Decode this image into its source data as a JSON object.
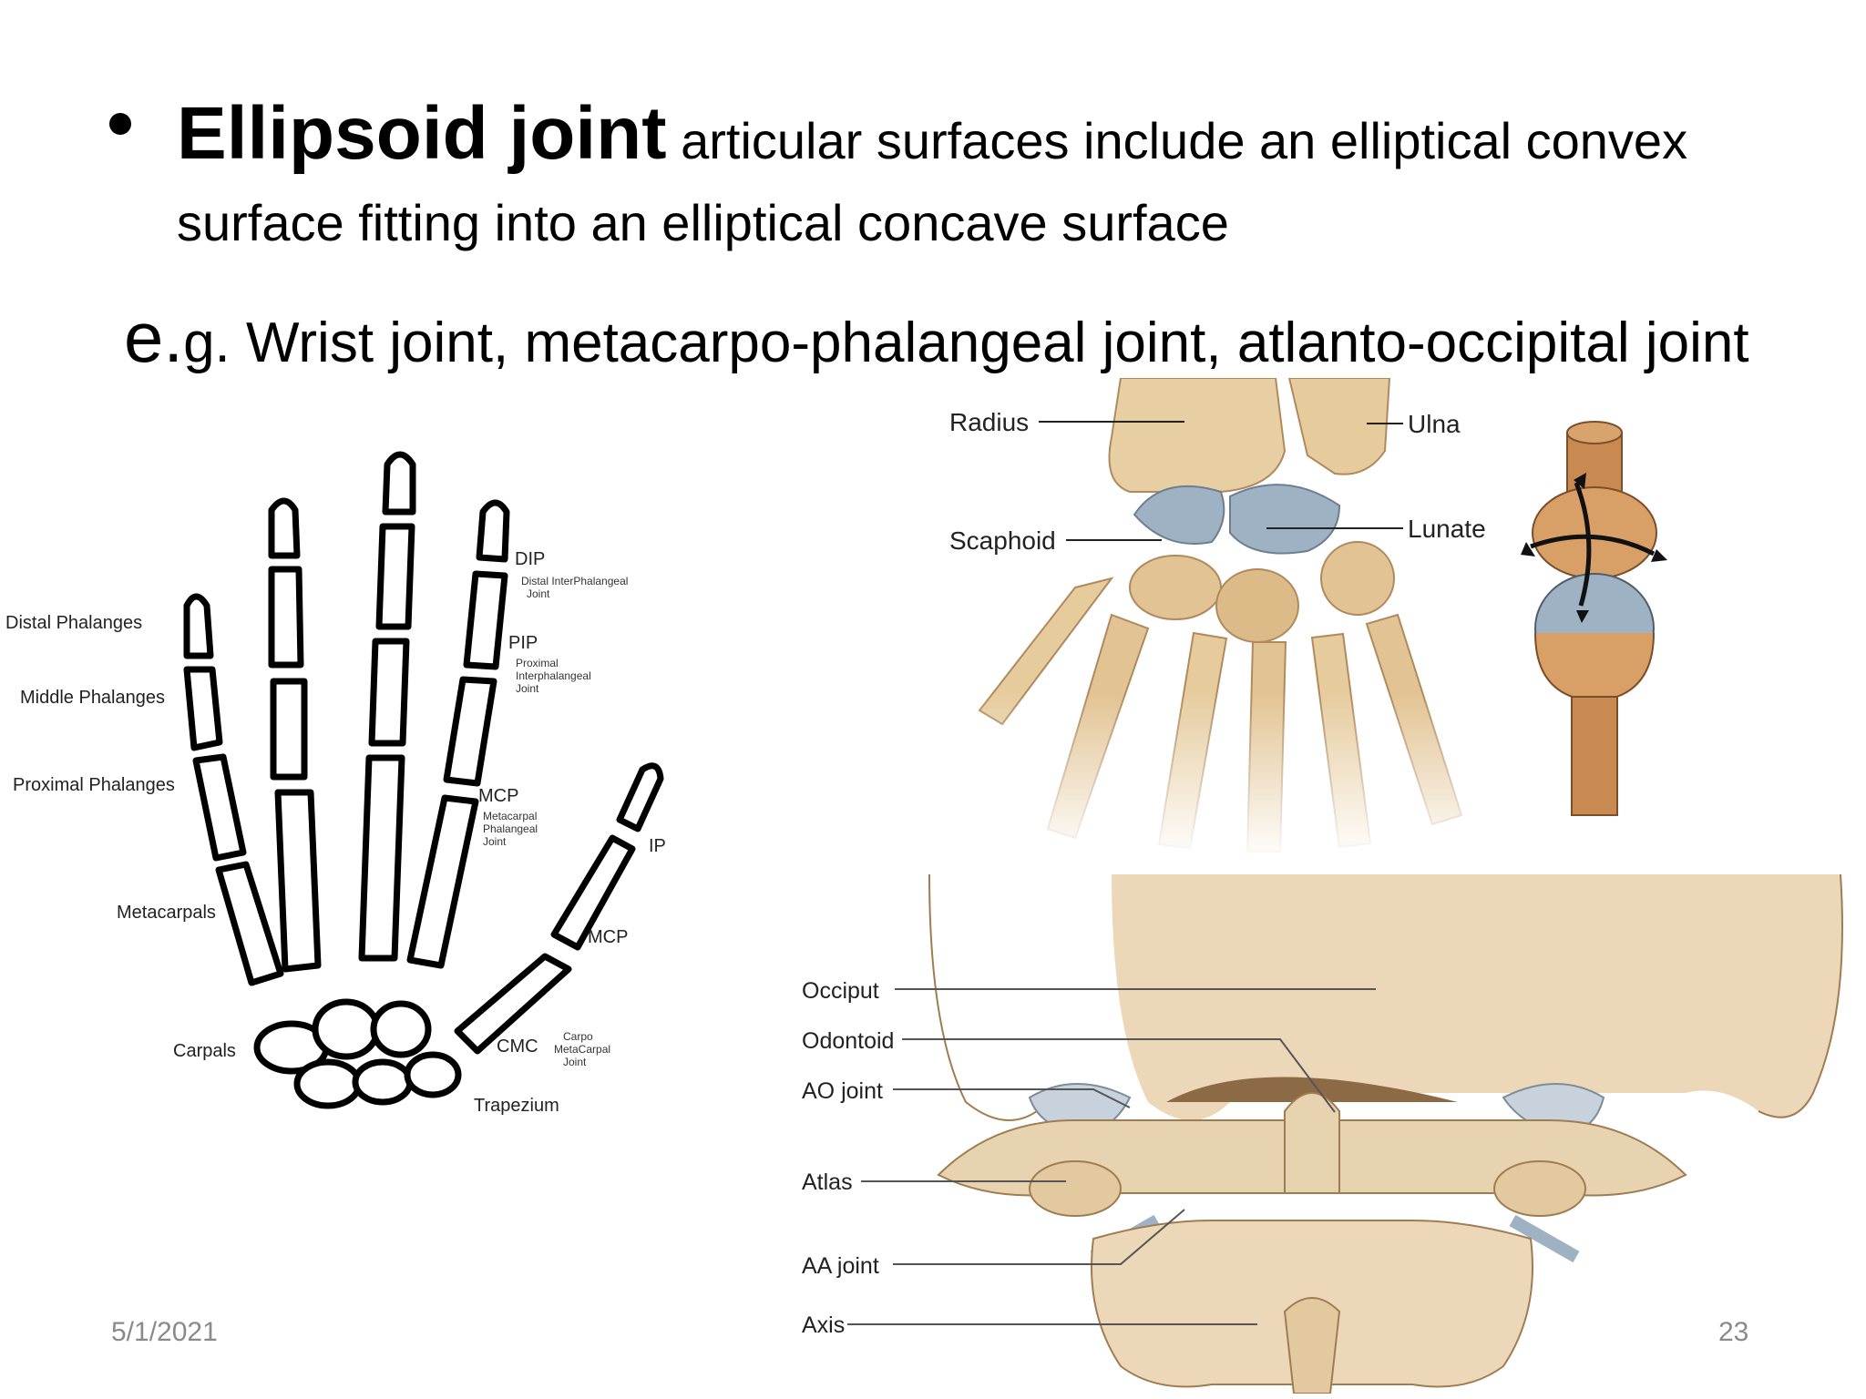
{
  "slide": {
    "bullet": {
      "term": "Ellipsoid joint",
      "definition": " articular surfaces include an elliptical convex surface fitting into an elliptical concave surface"
    },
    "example": {
      "lead": "e.",
      "text": "g. Wrist joint, metacarpo-phalangeal joint, atlanto-occipital joint"
    },
    "footer": {
      "date": "5/1/2021",
      "page_number": "23"
    }
  },
  "hand_figure": {
    "labels": {
      "distal_phalanges": "Distal Phalanges",
      "middle_phalanges": "Middle Phalanges",
      "proximal_phalanges": "Proximal Phalanges",
      "metacarpals": "Metacarpals",
      "carpals": "Carpals",
      "dip": "DIP",
      "dip_full_1": "Distal InterPhalangeal",
      "dip_full_2": "Joint",
      "pip": "PIP",
      "pip_full_1": "Proximal",
      "pip_full_2": "Interphalangeal",
      "pip_full_3": "Joint",
      "mcp_finger": "MCP",
      "mcp_full_1": "Metacarpal",
      "mcp_full_2": "Phalangeal",
      "mcp_full_3": "Joint",
      "ip": "IP",
      "mcp_thumb": "MCP",
      "cmc": "CMC",
      "cmc_full_1": "Carpo",
      "cmc_full_2": "MetaCarpal",
      "cmc_full_3": "Joint",
      "trapezium": "Trapezium"
    }
  },
  "wrist_figure": {
    "labels": {
      "radius": "Radius",
      "ulna": "Ulna",
      "scaphoid": "Scaphoid",
      "lunate": "Lunate"
    }
  },
  "spine_figure": {
    "labels": {
      "occiput": "Occiput",
      "odontoid": "Odontoid",
      "ao_joint": "AO joint",
      "atlas": "Atlas",
      "aa_joint": "AA joint",
      "axis": "Axis"
    }
  },
  "colors": {
    "bone": "#e8cfa3",
    "bone_dark": "#c9a77a",
    "cartilage": "#9fb2c4",
    "skull": "#ecd8b8"
  }
}
